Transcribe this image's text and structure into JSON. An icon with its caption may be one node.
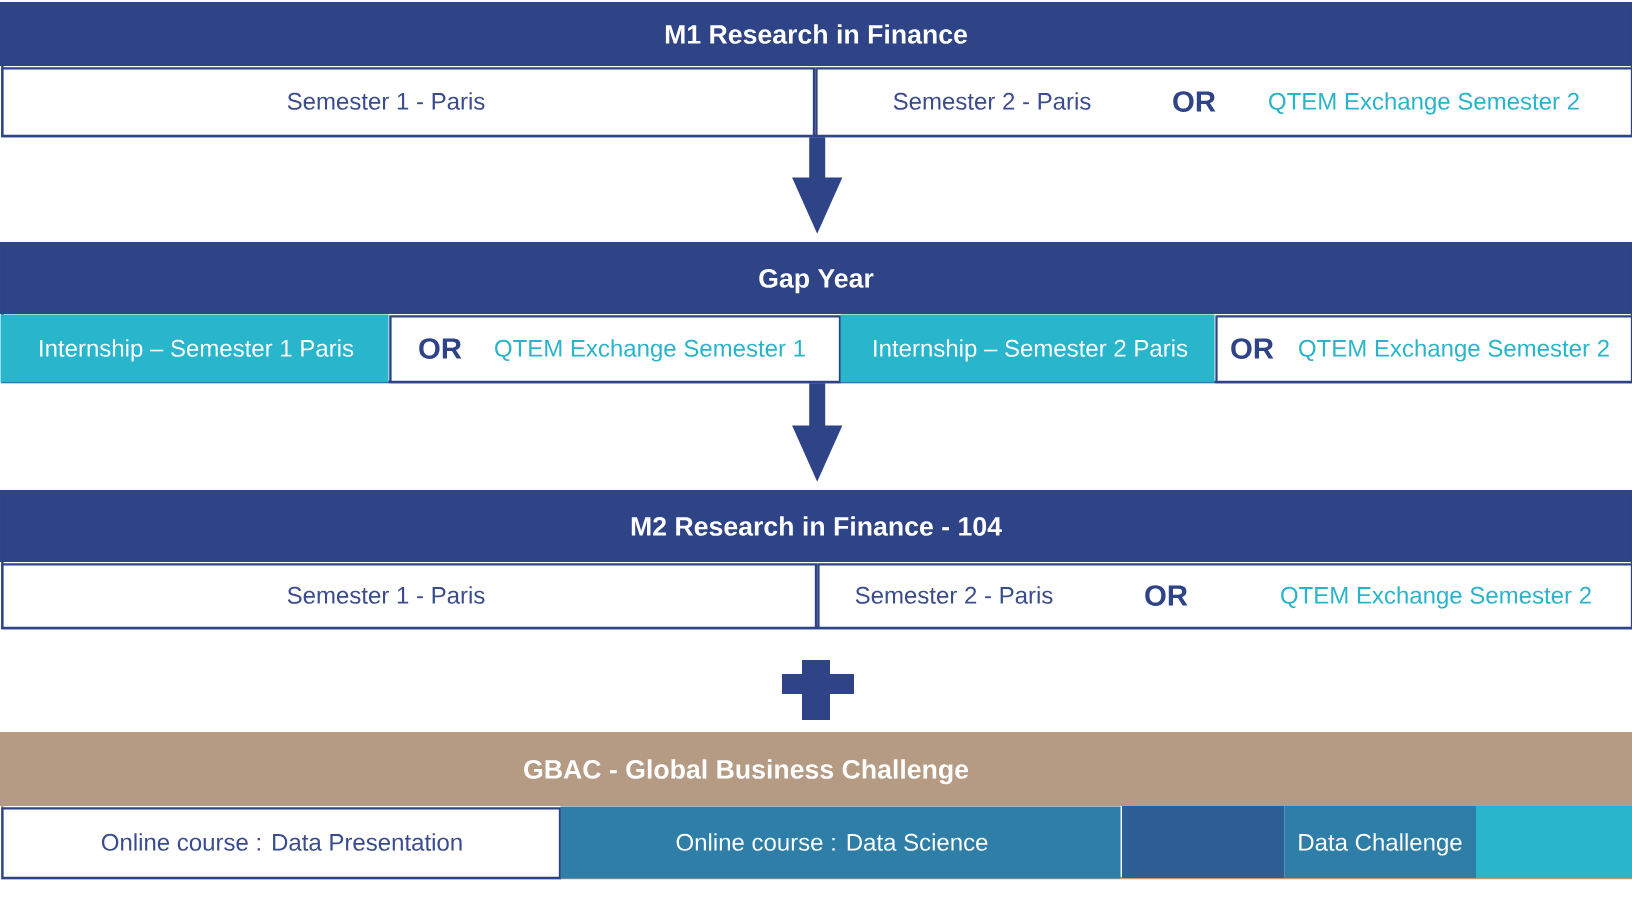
{
  "diagram": {
    "nodes": [
      {
        "text": [
          "M1 Research in Finance"
        ]
      },
      {
        "text": [
          "Semester 1 - Paris"
        ],
        "in": 0
      },
      {
        "text": [
          "Semester 2 - Paris",
          "OR",
          "QTEM Exchange Semester 2"
        ],
        "in": 0
      },
      {
        "text": [
          "Gap Year"
        ]
      },
      {
        "text": [
          "Internship – Semester 1 Paris"
        ],
        "in": 3
      },
      {
        "text": [
          "OR",
          "QTEM Exchange Semester 1"
        ],
        "in": 3
      },
      {
        "text": [
          "Internship – Semester 2 Paris"
        ],
        "in": 3
      },
      {
        "text": [
          "OR",
          "QTEM Exchange Semester 2"
        ],
        "in": 3
      },
      {
        "text": [
          "M2 Research in Finance - 104"
        ]
      },
      {
        "text": [
          "Semester 1 - Paris"
        ],
        "in": 8
      },
      {
        "text": [
          "Semester 2 - Paris",
          "OR",
          "QTEM Exchange Semester 2"
        ],
        "in": 8
      },
      {
        "text": [
          "GBAC - Global Business Challenge"
        ]
      },
      {
        "text": [
          "Online course : Data Presentation"
        ],
        "in": 11
      },
      {
        "text": [
          "Online course : Data Science"
        ],
        "in": 11
      },
      {
        "text": [
          "Data Challenge"
        ],
        "in": 11
      }
    ],
    "edges": [
      {
        "from": 0,
        "to": 3,
        "arrow": "to"
      },
      {
        "from": 3,
        "to": 8,
        "arrow": "to"
      }
    ]
  }
}
